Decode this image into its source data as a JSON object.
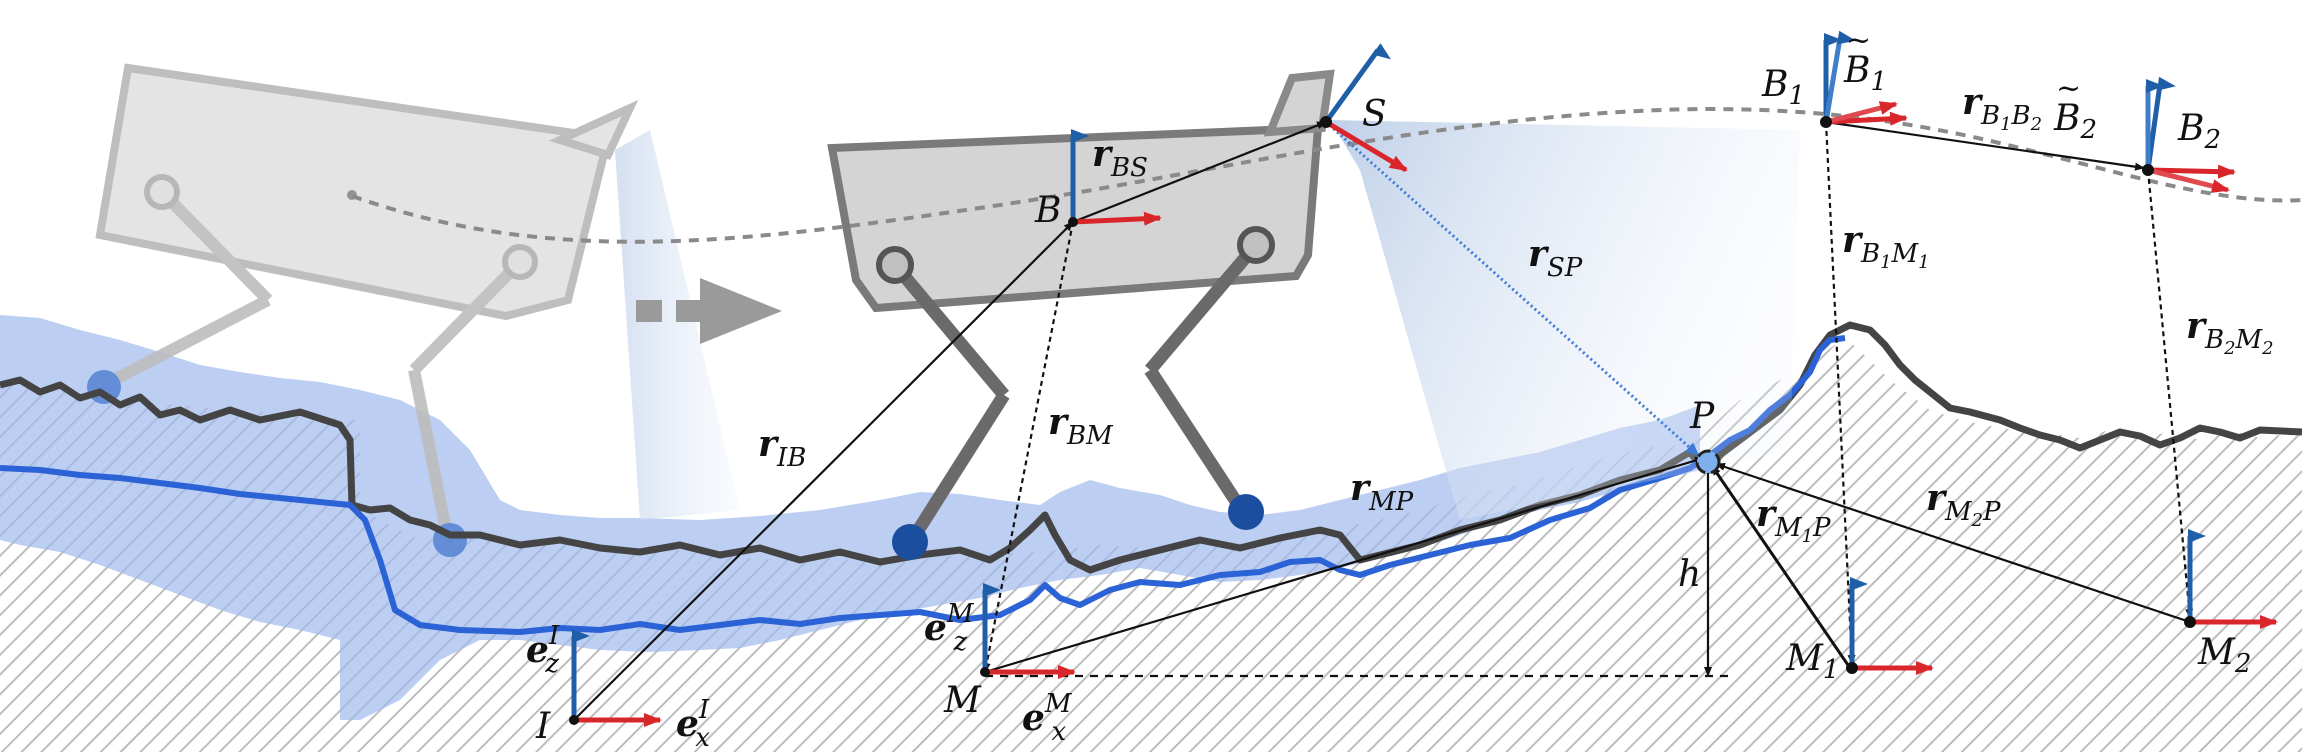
{
  "labels": {
    "B1_base": "B",
    "B1_sub": "1",
    "B1t_base": "B",
    "B1t_sub": "1",
    "tilde": "~",
    "B2t_base": "B",
    "B2t_sub": "2",
    "B2_base": "B",
    "B2_sub": "2",
    "S": "S",
    "B": "B",
    "P": "P",
    "I": "I",
    "M": "M",
    "M1_base": "M",
    "M1_sub": "1",
    "M2_base": "M",
    "M2_sub": "2",
    "h": "h",
    "r": "r",
    "r_BS_sub": "BS",
    "r_SP_sub": "SP",
    "r_IB_sub": "IB",
    "r_BM_sub": "BM",
    "r_MP_sub": "MP",
    "r_M1P_sub_a": "M",
    "r_M1P_sub_b": "1",
    "r_M1P_sub_c": "P",
    "r_M2P_sub_a": "M",
    "r_M2P_sub_b": "2",
    "r_M2P_sub_c": "P",
    "r_B1M1_sub_a": "B",
    "r_B1M1_sub_b": "1",
    "r_B1M1_sub_c": "M",
    "r_B1M1_sub_d": "1",
    "r_B2M2_sub_a": "B",
    "r_B2M2_sub_b": "2",
    "r_B2M2_sub_c": "M",
    "r_B2M2_sub_d": "2",
    "r_B1B2_sub_a": "B",
    "r_B1B2_sub_b": "1",
    "r_B1B2_sub_c": "B",
    "r_B1B2_sub_d": "2",
    "e": "e",
    "ezI_sub": "z",
    "ezI_sup": "I",
    "exI_sub": "x",
    "exI_sup": "I",
    "ezM_sub": "z",
    "ezM_sup": "M",
    "exM_sub": "x",
    "exM_sup": "M"
  },
  "colors": {
    "x_axis": "#d8262b",
    "z_axis": "#1f5fa8",
    "terrain_dark": "#444444",
    "terrain_blue": "#2b63d6",
    "uncertainty": "#9fb9ec",
    "robot_body": "#d4d4d4",
    "robot_ghost": "#e3e3e3",
    "leg": "#6a6a6a",
    "foot": "#1c4e9f"
  }
}
